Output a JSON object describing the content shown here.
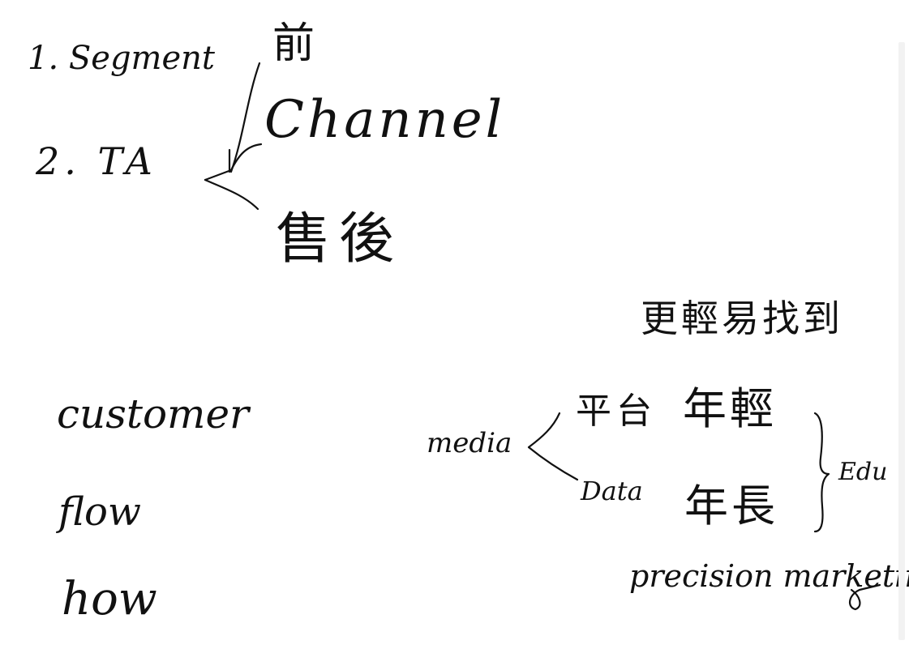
{
  "notes": {
    "item1": "1. Segment",
    "item2": "2. TA",
    "before": "前",
    "channel": "Channel",
    "after": "售後",
    "easier": "更輕易找到",
    "customer": "customer",
    "flow": "flow",
    "how": "how",
    "media": "media",
    "platform": "平台",
    "young": "年輕",
    "data": "Data",
    "old": "年長",
    "edu": "Edu",
    "precision": "precision marketing"
  },
  "colors": {
    "ink": "#111111",
    "background": "#ffffff",
    "scrollbar": "#f2f2f2"
  }
}
